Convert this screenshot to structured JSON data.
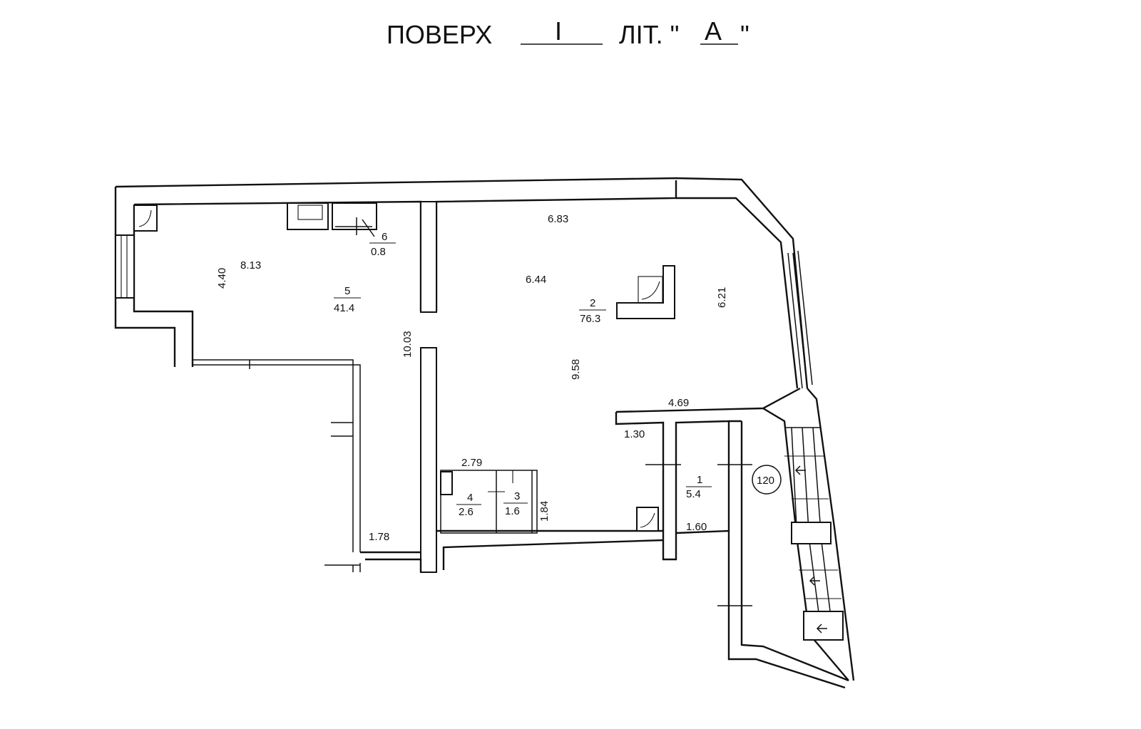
{
  "title": {
    "floor_label": "ПОВЕРХ",
    "floor_value": "I",
    "letter_label": "ЛІТ. \"",
    "letter_value": "А",
    "letter_close": "\""
  },
  "rooms": [
    {
      "number": "1",
      "area": "5.4"
    },
    {
      "number": "2",
      "area": "76.3"
    },
    {
      "number": "3",
      "area": "1.6"
    },
    {
      "number": "4",
      "area": "2.6"
    },
    {
      "number": "5",
      "area": "41.4"
    },
    {
      "number": "6",
      "area": "0.8"
    }
  ],
  "dimensions": {
    "d_8_13": "8.13",
    "d_4_40": "4.40",
    "d_10_03": "10.03",
    "d_1_78": "1.78",
    "d_6_83": "6.83",
    "d_6_44": "6.44",
    "d_6_21": "6.21",
    "d_9_58": "9.58",
    "d_4_69": "4.69",
    "d_1_30": "1.30",
    "d_2_79": "2.79",
    "d_1_84": "1.84",
    "d_1_60": "1.60"
  },
  "marker": {
    "label": "120"
  }
}
